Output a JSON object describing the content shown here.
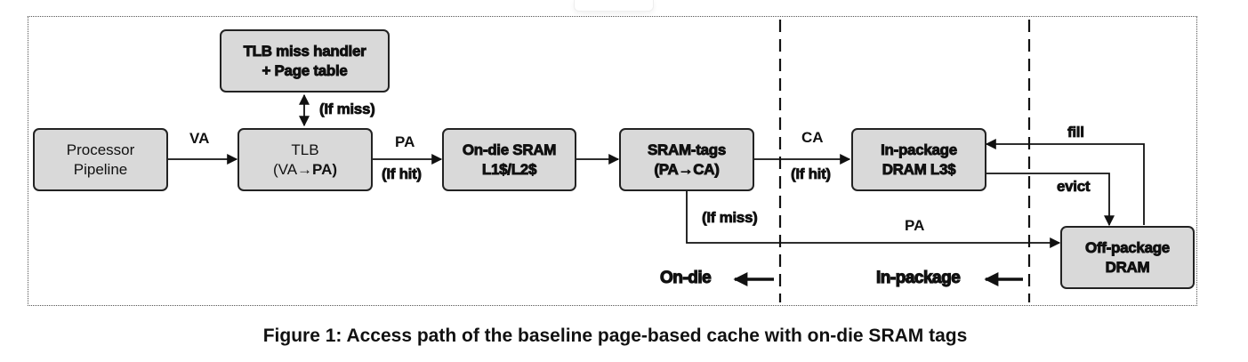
{
  "boxes": {
    "tlb_miss": {
      "line1": "TLB miss handler",
      "line2": "+ Page table"
    },
    "processor": {
      "line1": "Processor",
      "line2": "Pipeline"
    },
    "tlb": {
      "line1": "TLB",
      "line2_prefix": "(VA→",
      "line2_bold": "PA)"
    },
    "sram_cache": {
      "line1": "On-die SRAM",
      "line2": "L1$/L2$"
    },
    "sram_tags": {
      "line1": "SRAM-tags",
      "line2": "(PA→CA)"
    },
    "l3": {
      "line1": "In-package",
      "line2": "DRAM L3$"
    },
    "offpkg": {
      "line1": "Off-package",
      "line2": "DRAM"
    }
  },
  "labels": {
    "va": "VA",
    "pa_top": "PA",
    "if_hit_1": "(If hit)",
    "if_miss_top": "(If miss)",
    "ca": "CA",
    "if_hit_2": "(If hit)",
    "if_miss_bottom": "(If miss)",
    "pa_bottom": "PA",
    "fill": "fill",
    "evict": "evict"
  },
  "zones": {
    "on_die": "On-die",
    "in_package": "In-package"
  },
  "caption": "Figure 1: Access path of the baseline page-based cache with on-die SRAM tags"
}
